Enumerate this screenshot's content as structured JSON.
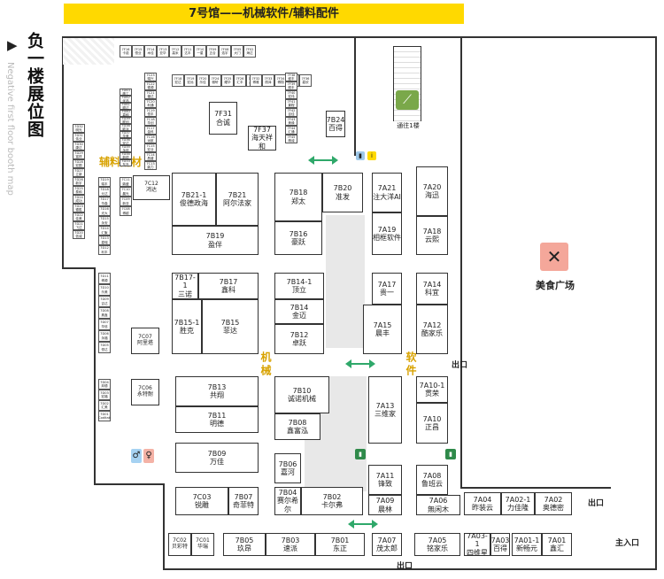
{
  "header": {
    "title": "7号馆——机械软件/辅料配件"
  },
  "side": {
    "title": "负一楼展位图",
    "subtitle": "Negative first floor booth map"
  },
  "zones": {
    "fuliao": "辅料配材",
    "jixie": "机械",
    "ruanjian": "软件",
    "food": "美食广场",
    "escalator": "通往1楼"
  },
  "exits": {
    "exit": "出口",
    "main": "主入口"
  },
  "icons": {
    "escalator": "escalator-icon",
    "food": "fork-knife-icon",
    "wc": "toilet-icon",
    "info": "info-icon",
    "fire": "fire-extinguisher-icon",
    "arrow": "double-arrow-icon"
  },
  "booths": {
    "b7C12": [
      "7C12",
      "鸿达"
    ],
    "b7B21a": [
      "7B21-1",
      "俊德政海"
    ],
    "b7B21": [
      "7B21",
      "阿尔法家"
    ],
    "b7B19": [
      "7B19",
      "盈伴"
    ],
    "b7B18": [
      "7B18",
      "郑太"
    ],
    "b7B20": [
      "7B20",
      "准发"
    ],
    "b7B16": [
      "7B16",
      "豪跃"
    ],
    "b7A21": [
      "7A21",
      "注大洋AI"
    ],
    "b7A19": [
      "7A19",
      "相框软件"
    ],
    "b7A20": [
      "7A20",
      "海迅"
    ],
    "b7A18": [
      "7A18",
      "云熙"
    ],
    "b7B17a": [
      "7B17-1",
      "三诺"
    ],
    "b7B17": [
      "7B17",
      "鑫科"
    ],
    "b7B15a": [
      "7B15-1",
      "胜克"
    ],
    "b7B15": [
      "7B15",
      "菲达"
    ],
    "b7C07": [
      "7C07",
      "阿里塔"
    ],
    "b7B14a": [
      "7B14-1",
      "顶立"
    ],
    "b7B14": [
      "7B14",
      "金迈"
    ],
    "b7B12": [
      "7B12",
      "卓跃"
    ],
    "b7A17": [
      "7A17",
      "贵一"
    ],
    "b7A15": [
      "7A15",
      "晨丰"
    ],
    "b7A14": [
      "7A14",
      "科宜"
    ],
    "b7A12": [
      "7A12",
      "酷家乐"
    ],
    "b7C06": [
      "7C06",
      "永特耐"
    ],
    "b7B13": [
      "7B13",
      "共翔"
    ],
    "b7B11": [
      "7B11",
      "明德"
    ],
    "b7B10": [
      "7B10",
      "诚诺机械"
    ],
    "b7B08": [
      "7B08",
      "鑫富泓"
    ],
    "b7A13": [
      "7A13",
      "三维家"
    ],
    "b7A10a": [
      "7A10-1",
      "贯荣"
    ],
    "b7A10": [
      "7A10",
      "正昌"
    ],
    "b7B09": [
      "7B09",
      "万佳"
    ],
    "b7B06": [
      "7B06",
      "嘉河"
    ],
    "b7A11": [
      "7A11",
      "锋致"
    ],
    "b7A08": [
      "7A08",
      "鲁班云"
    ],
    "b7C03": [
      "7C03",
      "锐雕"
    ],
    "b7B07": [
      "7B07",
      "奇菲特"
    ],
    "b7B04": [
      "7B04",
      "赛尔希尔"
    ],
    "b7B02": [
      "7B02",
      "卡尔弗"
    ],
    "b7A09": [
      "7A09",
      "晨林"
    ],
    "b7A06": [
      "7A06",
      "無闲木"
    ],
    "b7A04": [
      "7A04",
      "昨装云"
    ],
    "b7A02a": [
      "7A02-1",
      "力佳隆"
    ],
    "b7A02": [
      "7A02",
      "奥德密"
    ],
    "b7C02": [
      "7C02",
      "贝彩特"
    ],
    "b7C01": [
      "7C01",
      "华瑞"
    ],
    "b7B05": [
      "7B05",
      "玖昂"
    ],
    "b7B03": [
      "7B03",
      "速派"
    ],
    "b7B01": [
      "7B01",
      "东正"
    ],
    "b7A07": [
      "7A07",
      "茂太郎"
    ],
    "b7A05": [
      "7A05",
      "铭家乐"
    ],
    "b7A03a": [
      "7A03-1",
      "四维星"
    ],
    "b7A03": [
      "7A03",
      "百得"
    ],
    "b7A01a": [
      "7A01-1",
      "新畅元"
    ],
    "b7A01": [
      "7A01",
      "鑫汇"
    ],
    "b7F31": [
      "7F31",
      "合诚"
    ],
    "b7F37": [
      "7F37",
      "海天祥和"
    ],
    "b7B24": [
      "7B24",
      "百得"
    ]
  },
  "small": {
    "t1": [
      "7F16",
      "卡诺"
    ],
    "t2": [
      "7F15",
      "恒业"
    ],
    "t3": [
      "7F14",
      "木佳"
    ],
    "t4": [
      "7F13",
      "亚华"
    ],
    "t5": [
      "7F12",
      "高米"
    ],
    "t6": [
      "7F11",
      "达丰"
    ],
    "t7": [
      "7F10",
      "一星"
    ],
    "t8": [
      "7F09",
      "正合"
    ],
    "t9": [
      "7F08",
      "浩宇"
    ],
    "t10": [
      "7F05",
      "大门"
    ],
    "t11": [
      "7F02",
      "海达"
    ],
    "c1": [
      "7C23",
      "瑞兴"
    ],
    "c2": [
      "7C22",
      "德源"
    ],
    "c3": [
      "7C21",
      "福达"
    ],
    "c4": [
      "7C20",
      "利通"
    ],
    "c5": [
      "7C19",
      "恒丰"
    ],
    "c6": [
      "7C18",
      "华创"
    ],
    "c7": [
      "7C17",
      "金科"
    ],
    "c8": [
      "7C16",
      "远航"
    ],
    "c9": [
      "7C15",
      "宏业"
    ],
    "c10": [
      "7C14",
      "昌盛"
    ],
    "c11": [
      "7C13",
      "鼎力"
    ],
    "e1": [
      "7D43",
      "精工"
    ],
    "e2": [
      "7D42",
      "优品"
    ],
    "e3": [
      "7D41",
      "顺达"
    ],
    "e4": [
      "7D40",
      "嘉和"
    ],
    "e5": [
      "7D39",
      "联创"
    ],
    "e6": [
      "7D38",
      "欧派"
    ],
    "e7": [
      "7D37",
      "华美"
    ],
    "e8": [
      "7D36",
      "安达"
    ],
    "e9": [
      "7D35",
      "永信"
    ],
    "e10": [
      "7D34",
      "新锐"
    ],
    "e11": [
      "7D33",
      "东升"
    ],
    "f1": [
      "7F18",
      "宏达"
    ],
    "f2": [
      "7F19",
      "宏远"
    ],
    "f3": [
      "7F20",
      "乐佳"
    ],
    "f4": [
      "7F21",
      "鑫悦"
    ],
    "f5": [
      "7F22",
      "美阁"
    ],
    "f6": [
      "7F23",
      "明辉"
    ],
    "g1": [
      "7F24",
      "雅轩"
    ],
    "g2": [
      "7F25",
      "耀华"
    ],
    "g3": [
      "7F26",
      "汇丰"
    ],
    "g4": [
      "7F27",
      "晶彩"
    ],
    "g5": [
      "7F28",
      "浩田"
    ],
    "g6": [
      "7F29",
      "记录"
    ],
    "g7": [
      "7F30",
      "嘉浩"
    ],
    "h1": [
      "7F32",
      "博雅"
    ],
    "h2": [
      "7F33",
      "丽泽"
    ],
    "h3": [
      "7F34",
      "博翔"
    ],
    "h4": [
      "7F35",
      "德丰"
    ],
    "h5": [
      "7F36",
      "嘉欣"
    ],
    "k1": [
      "7F38",
      "盛丰"
    ],
    "k2": [
      "7F39",
      "顺丰"
    ],
    "k3": [
      "7F40",
      "宏伟"
    ],
    "k4": [
      "7F41",
      "景程"
    ],
    "k5": [
      "7F42",
      "百佳"
    ],
    "k6": [
      "7F43",
      "美缘"
    ],
    "k7": [
      "7F44",
      "汇通"
    ],
    "k8": [
      "7F45",
      "精诚"
    ],
    "m1": [
      "7D32",
      "明光"
    ],
    "m2": [
      "7D31",
      "伟业"
    ],
    "m3": [
      "7D30",
      "康达"
    ],
    "m4": [
      "7D29",
      "富祥"
    ],
    "m5": [
      "7D28",
      "宏图"
    ],
    "m6": [
      "7D27",
      "立新"
    ],
    "m7": [
      "7D26",
      "新宇"
    ],
    "m8": [
      "7D25",
      "泰和"
    ],
    "m9": [
      "7D24",
      "成功"
    ],
    "m10": [
      "7D23",
      "德胜"
    ],
    "m11": [
      "7D22",
      "佳美"
    ],
    "m12": [
      "7D21",
      "飞达"
    ],
    "m13": [
      "7D20",
      "信诚"
    ],
    "n1": [
      "7D19",
      "瑞丰"
    ],
    "n2": [
      "7D18",
      "元达"
    ],
    "n3": [
      "7D17",
      "华森"
    ],
    "n4": [
      "7D16",
      "光大"
    ],
    "n5": [
      "7D15",
      "永安"
    ],
    "n6": [
      "7D14",
      "汇聚"
    ],
    "n7": [
      "7D13",
      "嘉瑞"
    ],
    "n8": [
      "7D12",
      "利丰"
    ],
    "p1": [
      "7C11",
      "鼎盛"
    ],
    "p2": [
      "7C10",
      "晨光"
    ],
    "p3": [
      "7C09",
      "新亚"
    ],
    "p4": [
      "7C08",
      "博越"
    ],
    "q1": [
      "7D11",
      "博源"
    ],
    "q2": [
      "7D10",
      "乐美"
    ],
    "q3": [
      "7D09",
      "吉达"
    ],
    "q4": [
      "7D08",
      "奥鑫"
    ],
    "q5": [
      "7D07",
      "华信"
    ],
    "q6": [
      "7D06",
      "永福"
    ],
    "q7": [
      "7D05",
      "恒达"
    ],
    "r1": [
      "7D04",
      "邦德"
    ],
    "r2": [
      "7D03",
      "宏福"
    ],
    "r3": [
      "7D02",
      "汇美"
    ],
    "r4": [
      "7D01",
      "Coditab"
    ]
  }
}
